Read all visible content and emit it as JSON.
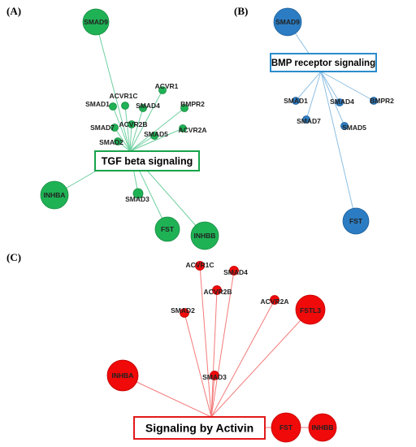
{
  "panels": [
    {
      "letter": "(A)",
      "hub": "TGF beta signaling",
      "nodes": [
        "SMAD9",
        "ACVR1C",
        "ACVR1",
        "SMAD1",
        "SMAD4",
        "BMPR2",
        "ACVR2B",
        "SMAD7",
        "SMAD5",
        "ACVR2A",
        "SMAD2",
        "INHBA",
        "SMAD3",
        "FST",
        "INHBB"
      ],
      "colors": {
        "node": "#1fb255",
        "node_stroke": "#168a41",
        "edge": "#6fd0a0",
        "box": "#17a34a"
      }
    },
    {
      "letter": "(B)",
      "hub": "BMP receptor signaling",
      "nodes": [
        "SMAD9",
        "SMAD1",
        "SMAD4",
        "BMPR2",
        "SMAD7",
        "SMAD5",
        "FST"
      ],
      "colors": {
        "node": "#2b7cc2",
        "node_stroke": "#1f5f99",
        "edge": "#8dbfe3",
        "box": "#2a8ccc"
      }
    },
    {
      "letter": "(C)",
      "hub": "Signaling by Activin",
      "nodes": [
        "ACVR1C",
        "SMAD4",
        "ACVR2B",
        "SMAD2",
        "ACVR2A",
        "FSTL3",
        "INHBA",
        "SMAD3",
        "FST",
        "INHBB"
      ],
      "colors": {
        "node": "#f00a0a",
        "node_stroke": "#c00000",
        "edge": "#f47a7a",
        "box": "#e21a1a"
      }
    }
  ]
}
